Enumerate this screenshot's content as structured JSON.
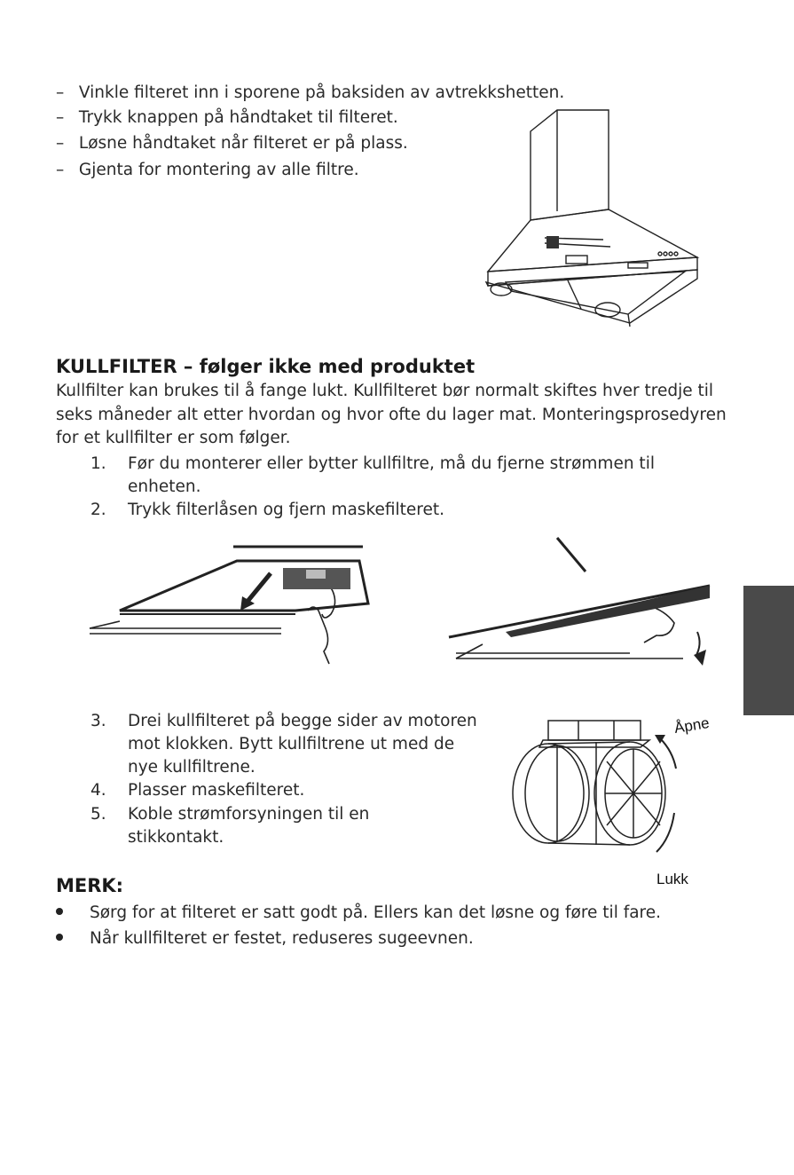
{
  "install_steps": [
    "Vinkle filteret inn i sporene på baksiden av avtrekkshetten.",
    "Trykk knappen på håndtaket til filteret.",
    "Løsne håndtaket når filteret er på plass.",
    "Gjenta for montering av alle filtre."
  ],
  "dash_glyph": "–",
  "section": {
    "title": "KULLFILTER – følger ikke med produktet",
    "intro_lines": [
      "Kullfilter kan brukes til å fange lukt. Kullfilteret bør normalt skiftes hver tredje til",
      "seks måneder alt etter hvordan og hvor ofte du lager mat. Monteringsprosedyren",
      "for et kullfilter er som følger."
    ],
    "steps": [
      {
        "num": "1.",
        "lines": [
          "Før du monterer eller bytter kullfiltre, må du fjerne strømmen til",
          "enheten."
        ]
      },
      {
        "num": "2.",
        "lines": [
          "Trykk filterlåsen og fjern maskefilteret."
        ]
      },
      {
        "num": "3.",
        "lines": [
          "Drei kullfilteret på begge sider av motoren",
          "mot klokken. Bytt kullfiltrene ut med de",
          "nye kullfiltrene."
        ]
      },
      {
        "num": "4.",
        "lines": [
          "Plasser maskefilteret."
        ]
      },
      {
        "num": "5.",
        "lines": [
          "Koble strømforsyningen til en",
          "stikkontakt."
        ]
      }
    ]
  },
  "figure_labels": {
    "open": "Åpne",
    "close": "Lukk"
  },
  "note": {
    "title": "MERK:",
    "bullets": [
      "Sørg for at filteret er satt godt på. Ellers kan det løsne og føre til fare.",
      "Når kullfilteret er festet, reduseres sugeevnen."
    ]
  }
}
